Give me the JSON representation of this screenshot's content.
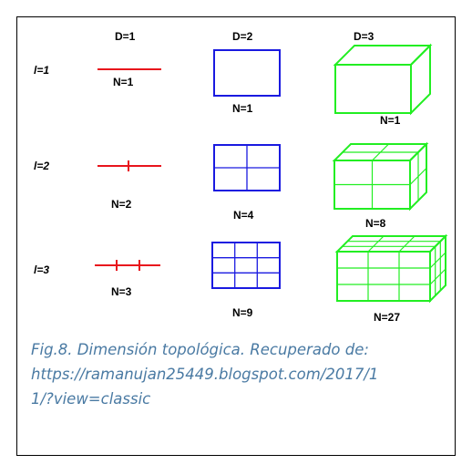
{
  "headers": [
    "D=1",
    "D=2",
    "D=3"
  ],
  "rows": [
    {
      "row_label": "l=1",
      "n_line": "N=1",
      "n_square": "N=1",
      "n_cube": "N=1"
    },
    {
      "row_label": "l=2",
      "n_line": "N=2",
      "n_square": "N=4",
      "n_cube": "N=8"
    },
    {
      "row_label": "l=3",
      "n_line": "N=3",
      "n_square": "N=9",
      "n_cube": "N=27"
    }
  ],
  "colors": {
    "line": "#e8141c",
    "square": "#1a1ae0",
    "cube": "#22ee22",
    "caption": "#4a7aa3"
  },
  "caption": {
    "line1": "Fig.8. Dimensión topológica. Recuperado de:",
    "line2": "https://ramanujan25449.blogspot.com/2017/1",
    "line3": "1/?view=classic"
  }
}
